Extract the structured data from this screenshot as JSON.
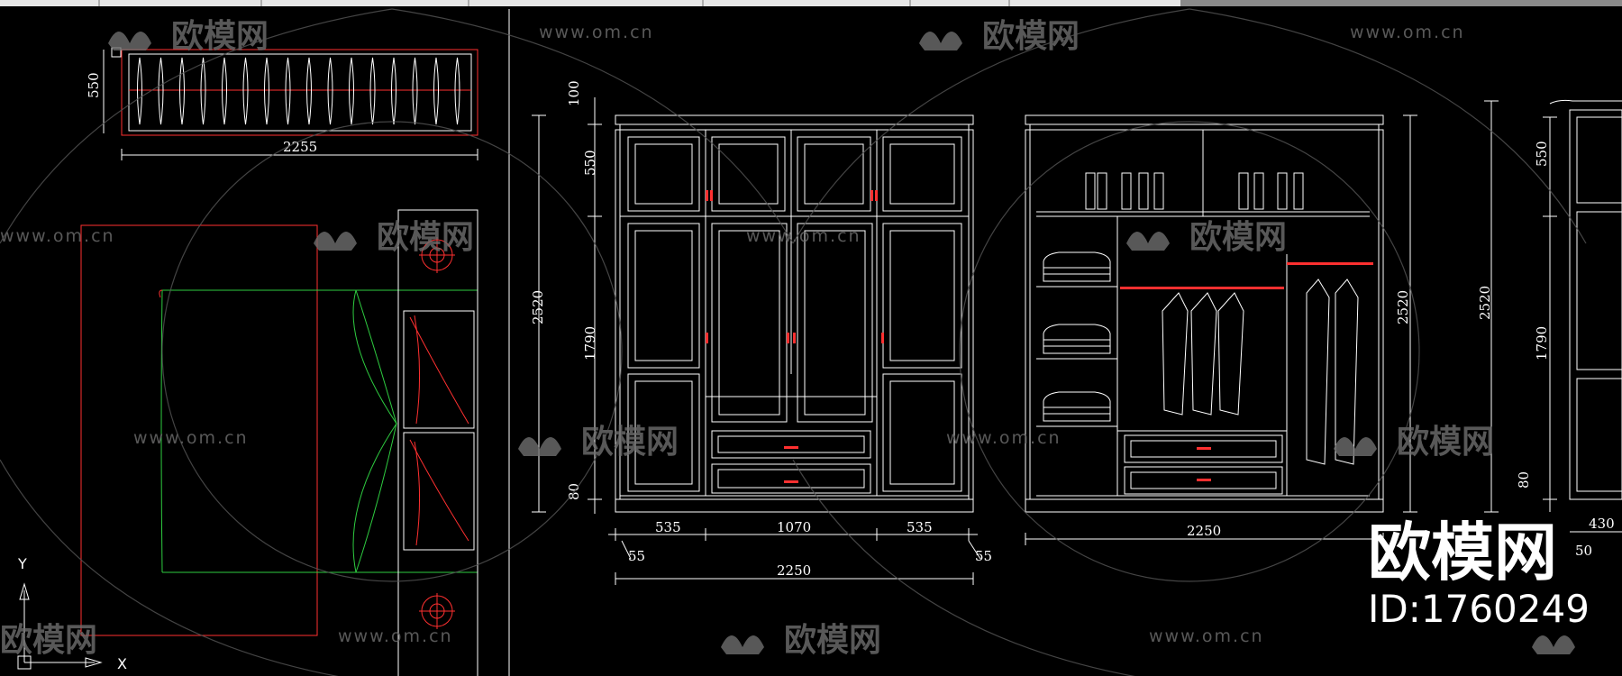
{
  "header_tabs": [
    "",
    "",
    "",
    "",
    "",
    "",
    ""
  ],
  "plan": {
    "wardrobe_depth": "550",
    "wardrobe_width": "2255",
    "axis_y": "Y",
    "axis_x": "X"
  },
  "front_elevation": {
    "total_height": "2520",
    "top_trim": "100",
    "upper_height": "550",
    "lower_height": "1790",
    "base_height": "80",
    "side_width": "535",
    "center_width": "1070",
    "side_width_right": "535",
    "end_left": "55",
    "end_right": "55",
    "total_width": "2250"
  },
  "interior_elevation": {
    "total_width": "2250",
    "total_height": "2520"
  },
  "side_elevation": {
    "upper_height": "550",
    "total_height": "2520",
    "lower_height": "1790",
    "base_height": "80",
    "depth": "430",
    "offset": "50"
  },
  "watermarks": {
    "url": "www.om.cn",
    "brand_cn": "欧模网"
  },
  "brand": {
    "name": "欧模网",
    "id": "ID:1760249"
  },
  "colors": {
    "background": "#000000",
    "line": "#ffffff",
    "accent": "#ff3030",
    "green": "#2ecc40",
    "watermark": "#6f6f6f"
  }
}
